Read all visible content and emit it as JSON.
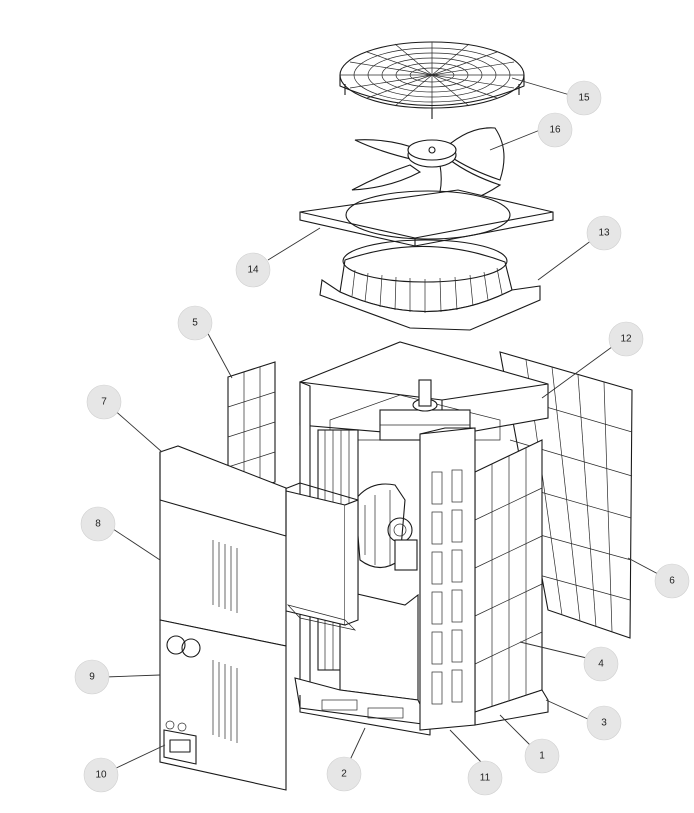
{
  "callouts": [
    {
      "id": "15",
      "label": "15"
    },
    {
      "id": "16",
      "label": "16"
    },
    {
      "id": "13",
      "label": "13"
    },
    {
      "id": "14",
      "label": "14"
    },
    {
      "id": "5",
      "label": "5"
    },
    {
      "id": "12",
      "label": "12"
    },
    {
      "id": "7",
      "label": "7"
    },
    {
      "id": "8",
      "label": "8"
    },
    {
      "id": "6",
      "label": "6"
    },
    {
      "id": "4",
      "label": "4"
    },
    {
      "id": "9",
      "label": "9"
    },
    {
      "id": "3",
      "label": "3"
    },
    {
      "id": "1",
      "label": "1"
    },
    {
      "id": "10",
      "label": "10"
    },
    {
      "id": "2",
      "label": "2"
    },
    {
      "id": "11",
      "label": "11"
    }
  ]
}
